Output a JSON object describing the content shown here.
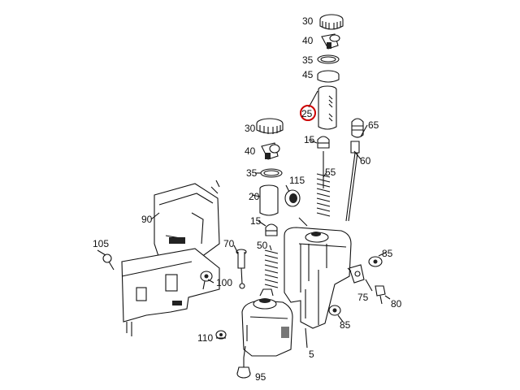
{
  "highlight_color": "#cc0000",
  "labels": {
    "l30a": "30",
    "l40a": "40",
    "l35a": "35",
    "l45": "45",
    "l25": "25",
    "l15a": "15",
    "l65": "65",
    "l60": "60",
    "l55": "55",
    "l30b": "30",
    "l40b": "40",
    "l35b": "35",
    "l115": "115",
    "l20": "20",
    "l15b": "15",
    "l90": "90",
    "l105": "105",
    "l70": "70",
    "l50": "50",
    "l100": "100",
    "l85a": "85",
    "l75": "75",
    "l80": "80",
    "l85b": "85",
    "l110": "110",
    "l5": "5",
    "l95": "95"
  },
  "highlighted_part": "25"
}
